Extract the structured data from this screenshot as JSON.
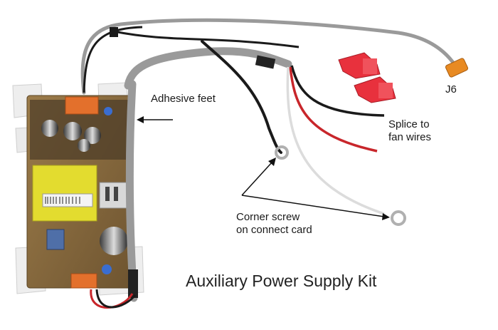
{
  "labels": {
    "adhesive": "Adhesive feet",
    "j6": "J6",
    "splice_line1": "Splice to",
    "splice_line2": "fan wires",
    "screw_line1": "Corner screw",
    "screw_line2": "on connect card",
    "title": "Auxiliary Power Supply Kit"
  },
  "colors": {
    "background": "#ffffff",
    "pcb": "#8a6a3c",
    "transformer": "#e3dc2f",
    "connector_orange": "#e3702c",
    "splice_red": "#e8313d",
    "wire_gray": "#9a9a9a",
    "wire_red": "#c8262b",
    "wire_black": "#1a1a1a"
  }
}
